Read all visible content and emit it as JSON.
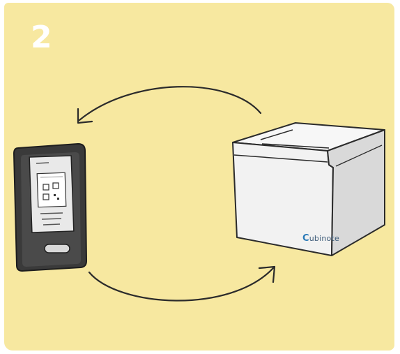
{
  "step": {
    "number": "2"
  },
  "printer": {
    "brand_initial": "C",
    "brand_rest": "ubinote"
  },
  "icons": [
    "smartphone-qr-icon",
    "printer-icon",
    "arrow-to-phone-icon",
    "arrow-to-printer-icon"
  ],
  "colors": {
    "background": "#f7e8a0",
    "number": "#ffffff",
    "outline": "#2b2b2b",
    "printer_body": "#f2f2f2",
    "phone_body": "#3a3a3a"
  }
}
